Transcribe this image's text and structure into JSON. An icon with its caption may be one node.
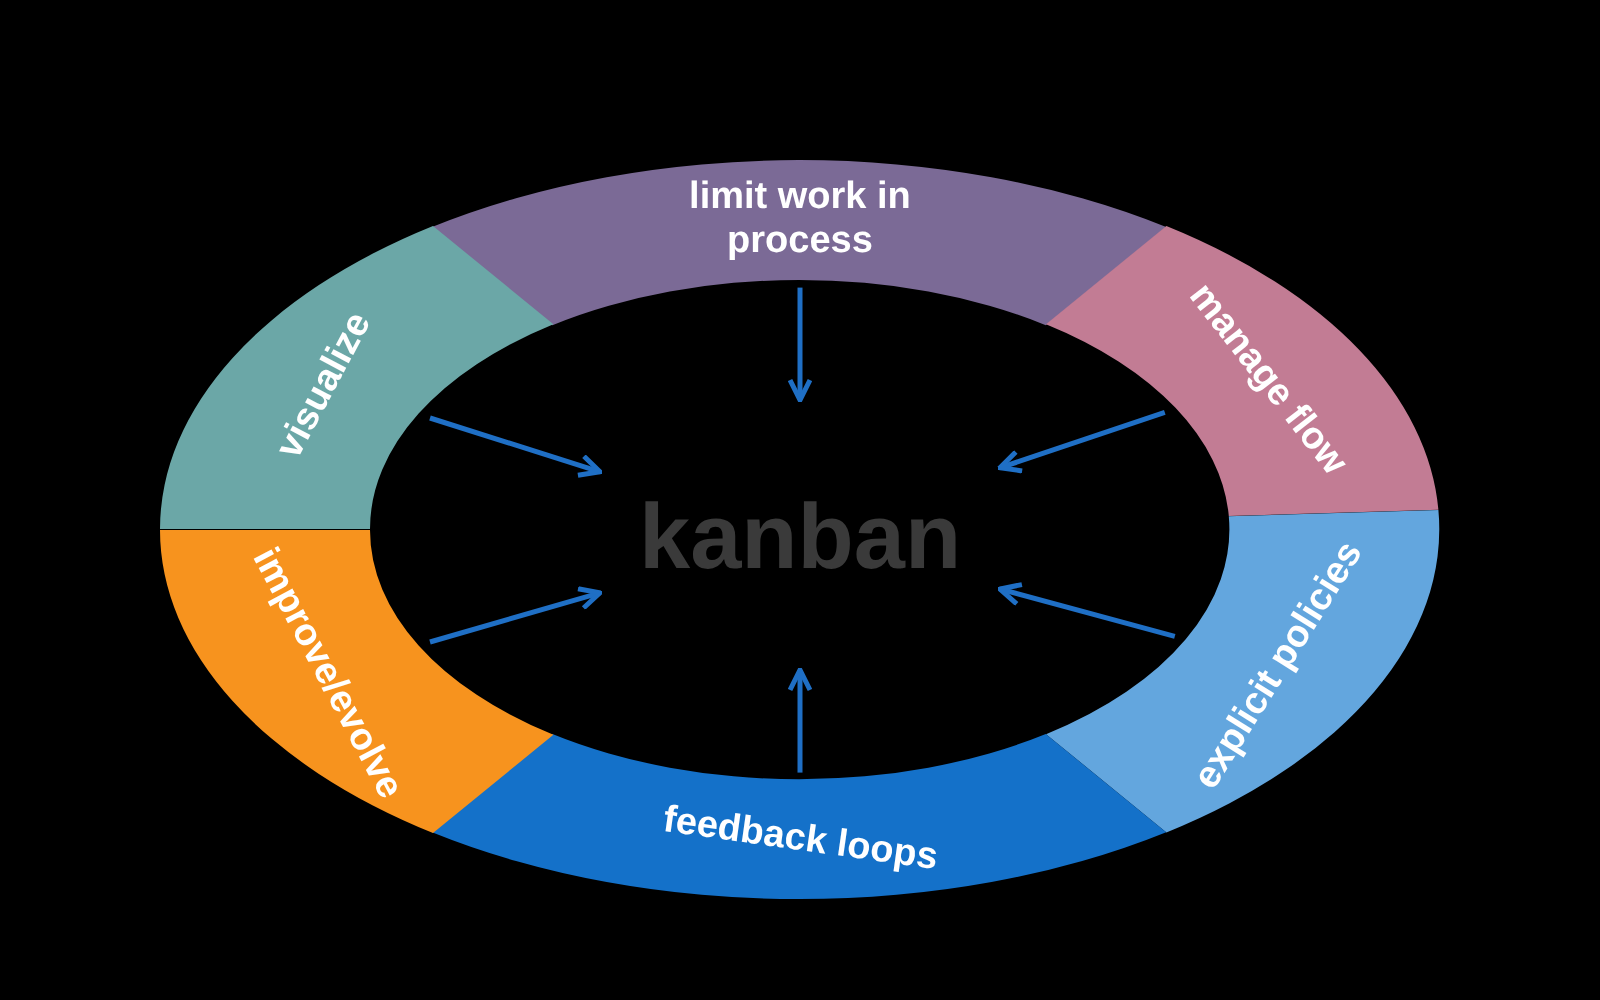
{
  "diagram": {
    "nodes": [
      {
        "text": [
          "limit work in process"
        ]
      },
      {
        "text": [
          "manage flow"
        ]
      },
      {
        "text": [
          "explicit policies"
        ]
      },
      {
        "text": [
          "feedback loops"
        ]
      },
      {
        "text": [
          "improve/evolve"
        ]
      },
      {
        "text": [
          "visualize"
        ]
      },
      {
        "text": [
          "kanban"
        ]
      }
    ],
    "edges": [
      {
        "from": 0,
        "to": 6,
        "arrow": "to"
      },
      {
        "from": 1,
        "to": 6,
        "arrow": "to"
      },
      {
        "from": 2,
        "to": 6,
        "arrow": "to"
      },
      {
        "from": 3,
        "to": 6,
        "arrow": "to"
      },
      {
        "from": 4,
        "to": 6,
        "arrow": "to"
      },
      {
        "from": 5,
        "to": 6,
        "arrow": "to"
      }
    ]
  }
}
